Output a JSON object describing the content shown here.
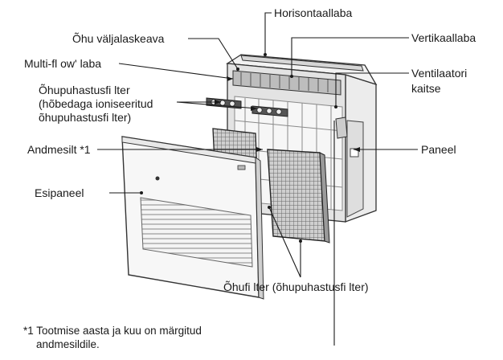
{
  "labels": {
    "horizontal_louver": "Horisontaallaba",
    "air_outlet": "Õhu väljalaskeava",
    "vertical_louver": "Vertikaallaba",
    "multi_flow_louver": "Multi-fl ow' laba",
    "fan_guard_line1": "Ventilaatori",
    "fan_guard_line2": "kaitse",
    "air_purifying_filter_line1": "Õhupuhastusfi lter",
    "air_purifying_filter_line2": "(hõbedaga ioniseeritud",
    "air_purifying_filter_line3": "õhupuhastusfi lter)",
    "nameplate": "Andmesilt *1",
    "panel": "Paneel",
    "front_panel": "Esipaneel",
    "air_filter": "Õhufi lter (õhupuhastusfi lter)"
  },
  "footnote": {
    "line1": "*1 Tootmise aasta ja kuu on märgitud",
    "line2": "andmesildile."
  }
}
